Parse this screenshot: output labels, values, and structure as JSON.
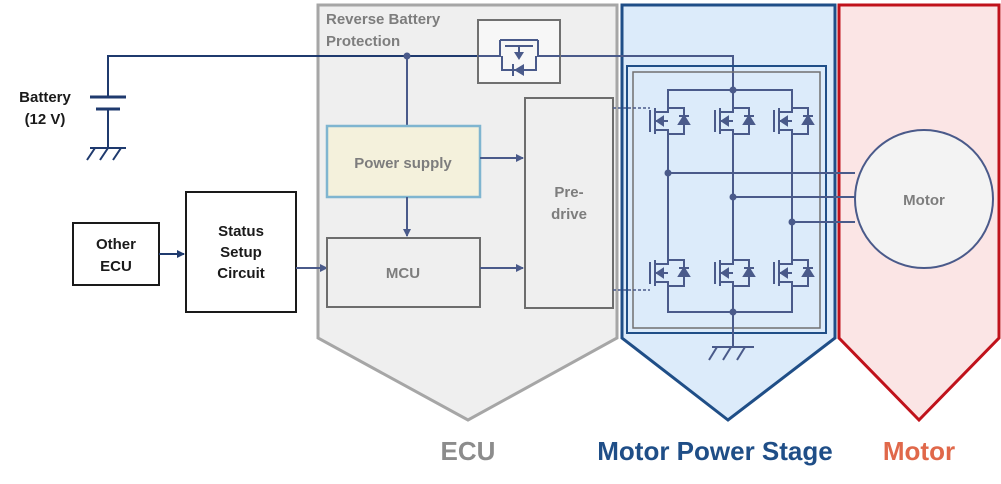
{
  "labels": {
    "battery_line1": "Battery",
    "battery_line2": "(12 V)",
    "other_ecu_line1": "Other",
    "other_ecu_line2": "ECU",
    "status_line1": "Status",
    "status_line2": "Setup",
    "status_line3": "Circuit",
    "rbp_line1": "Reverse Battery",
    "rbp_line2": "Protection",
    "power_supply": "Power supply",
    "mcu": "MCU",
    "predrive_line1": "Pre-",
    "predrive_line2": "drive",
    "motor_circle": "Motor"
  },
  "sections": {
    "ecu": "ECU",
    "power_stage": "Motor Power Stage",
    "motor": "Motor"
  },
  "colors": {
    "navy": "#1f3a6e",
    "gray_frame": "#a6a6a6",
    "gray_box": "#6d6d6d",
    "blue_frame": "#1f4e87",
    "red_frame": "#c0121b",
    "wire": "#4a5a8a",
    "ecu_fill": "#efefef",
    "stage_fill": "#dcebfa",
    "motor_fill": "#fbe5e5",
    "ps_fill": "#f4f1dc",
    "ps_border": "#7fb5d0",
    "ecu_label": "#8c8c8c",
    "stage_label": "#1f4e87",
    "motor_label": "#e0684a"
  }
}
